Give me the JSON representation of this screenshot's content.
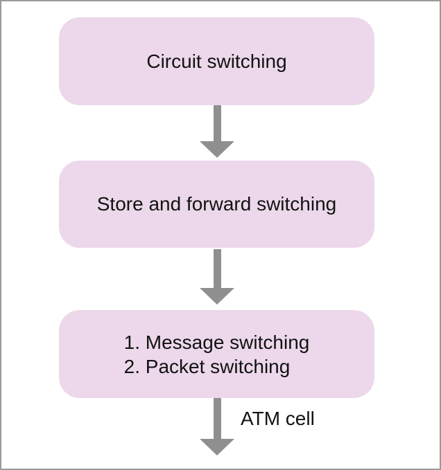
{
  "nodes": [
    {
      "label": "Circuit switching"
    },
    {
      "label": "Store and forward switching"
    },
    {
      "lines": [
        "1. Message switching",
        "2. Packet switching"
      ]
    }
  ],
  "arrow_label": "ATM cell",
  "colors": {
    "box_fill": "#ecd8ea",
    "arrow_gray": "#8f8f8f",
    "canvas_border": "#9a9a9a",
    "text_color": "#121212",
    "background": "#ffffff"
  }
}
